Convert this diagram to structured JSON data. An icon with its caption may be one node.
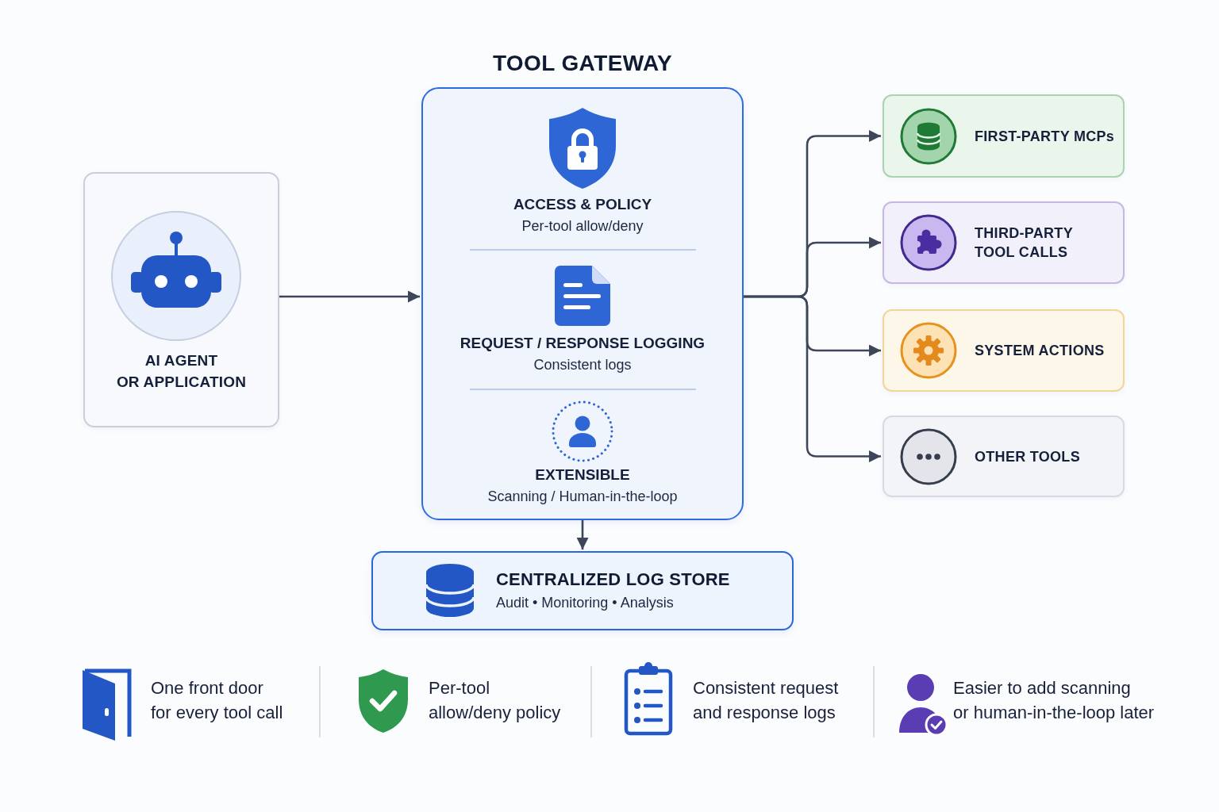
{
  "diagram": {
    "nodes": [
      {
        "text": [
          "AI AGENT OR APPLICATION"
        ]
      },
      {
        "text": [
          "TOOL GATEWAY",
          "ACCESS & POLICY",
          "Per-tool allow/deny",
          "REQUEST / RESPONSE LOGGING",
          "Consistent logs",
          "EXTENSIBLE",
          "Scanning / Human-in-the-loop"
        ]
      },
      {
        "text": [
          "FIRST-PARTY MCPs"
        ]
      },
      {
        "text": [
          "THIRD-PARTY TOOL CALLS"
        ]
      },
      {
        "text": [
          "SYSTEM ACTIONS"
        ]
      },
      {
        "text": [
          "OTHER TOOLS"
        ]
      },
      {
        "text": [
          "CENTRALIZED LOG STORE",
          "Audit • Monitoring • Analysis"
        ]
      }
    ],
    "edges": [
      {
        "from": 0,
        "to": 1,
        "arrow": "to"
      },
      {
        "from": 1,
        "to": 2,
        "arrow": "to"
      },
      {
        "from": 1,
        "to": 3,
        "arrow": "to"
      },
      {
        "from": 1,
        "to": 4,
        "arrow": "to"
      },
      {
        "from": 1,
        "to": 5,
        "arrow": "to"
      },
      {
        "from": 1,
        "to": 6,
        "arrow": "to"
      }
    ],
    "labels": [
      "One front door for every tool call",
      "Per-tool allow/deny policy",
      "Consistent request and response logs",
      "Easier to add scanning or human-in-the-loop later"
    ]
  }
}
